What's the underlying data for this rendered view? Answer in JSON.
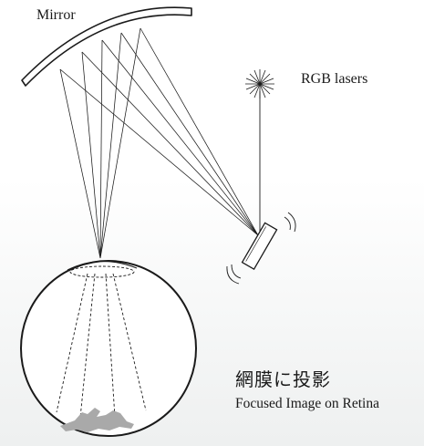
{
  "labels": {
    "mirror": "Mirror",
    "lasers": "RGB lasers",
    "retina_jp": "網膜に投影",
    "retina_en": "Focused Image on Retina"
  },
  "colors": {
    "line": "#1a1a1a",
    "image_shape": "#a9a9a9",
    "background_bottom": "#eef0f0"
  },
  "icons": {
    "laser_source": "starburst",
    "scanner": "mems-scanning-mirror",
    "eye": "eyeball"
  }
}
